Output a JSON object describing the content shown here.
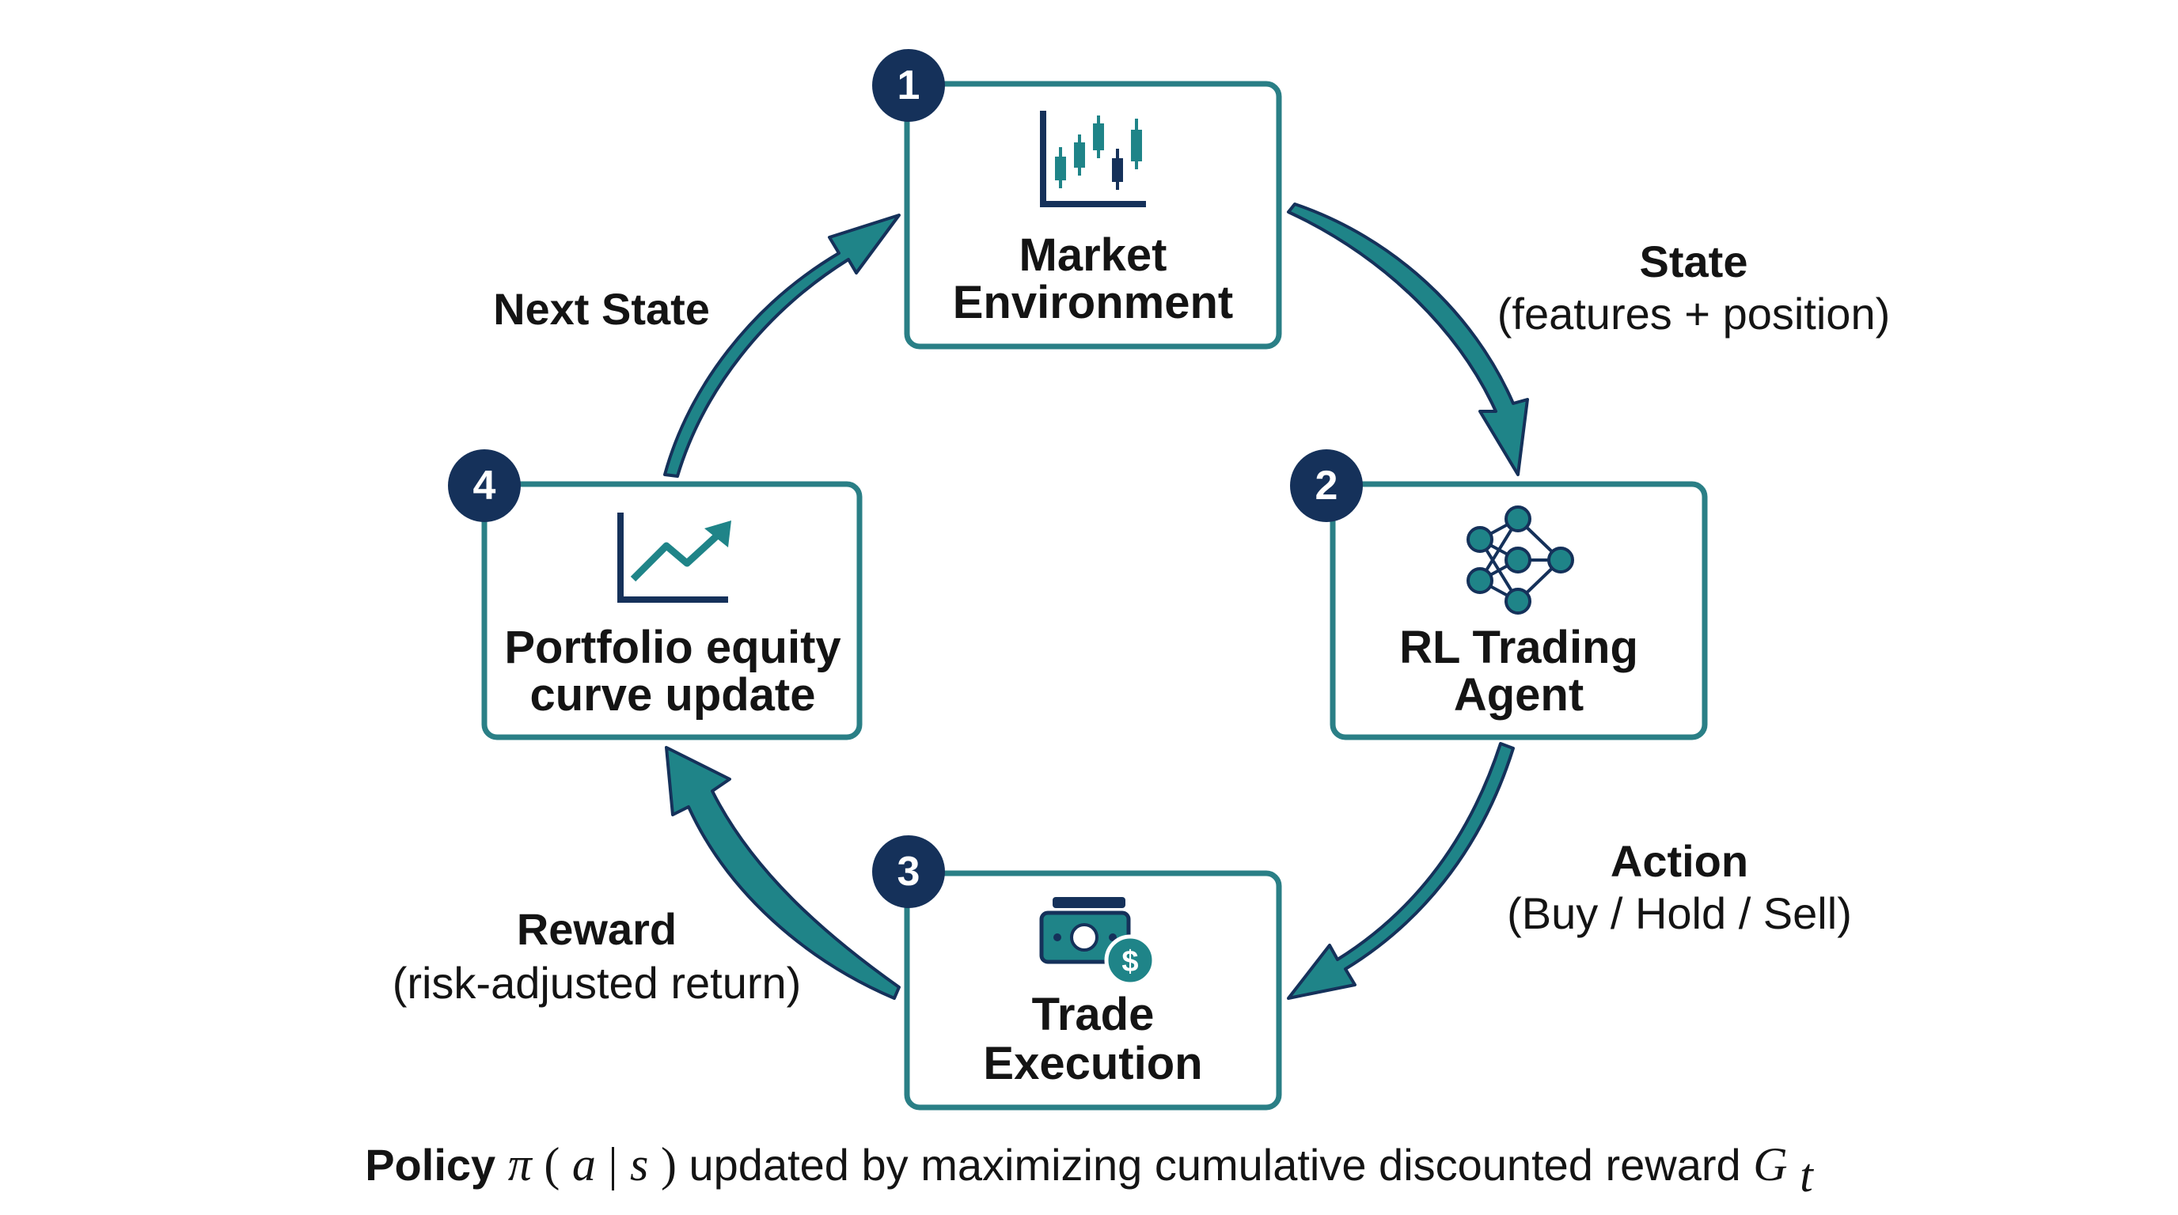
{
  "colors": {
    "accent": "#1f8488",
    "box_stroke": "#2a7f86",
    "badge": "#15315a",
    "text": "#141414",
    "background": "#ffffff"
  },
  "nodes": [
    {
      "badge": "1",
      "line1": "Market",
      "line2": "Environment",
      "icon": "candlestick-chart-icon"
    },
    {
      "badge": "2",
      "line1": "RL Trading",
      "line2": "Agent",
      "icon": "neural-network-icon"
    },
    {
      "badge": "3",
      "line1": "Trade",
      "line2": "Execution",
      "icon": "cash-dollar-icon"
    },
    {
      "badge": "4",
      "line1": "Portfolio equity",
      "line2": "curve update",
      "icon": "trend-up-chart-icon"
    }
  ],
  "edges": [
    {
      "title": "State",
      "subtitle": "(features + position)"
    },
    {
      "title": "Action",
      "subtitle": "(Buy / Hold / Sell)"
    },
    {
      "title": "Reward",
      "subtitle": "(risk-adjusted return)"
    },
    {
      "title": "Next State",
      "subtitle": ""
    }
  ],
  "caption": {
    "bold": "Policy",
    "pi": "π",
    "paren_open": "(",
    "a": "a",
    "bar": "|",
    "s": "s",
    "paren_close": ")",
    "text": " updated by maximizing cumulative discounted reward ",
    "G": "G",
    "t": "t"
  }
}
